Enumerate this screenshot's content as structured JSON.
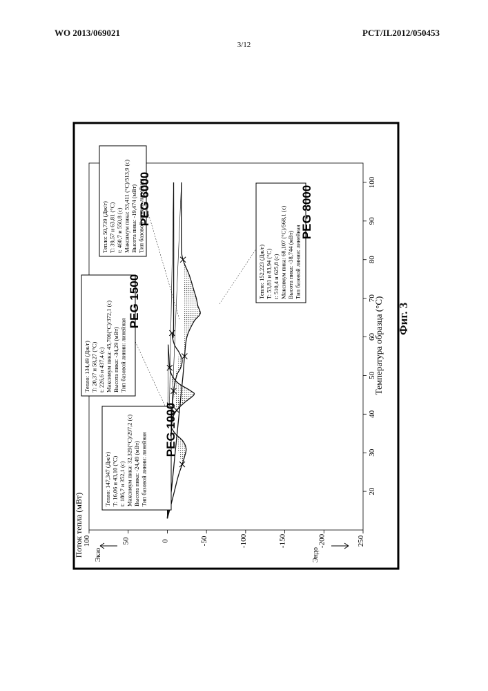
{
  "header": {
    "left": "WO 2013/069021",
    "right": "PCT/IL2012/050453",
    "page": "3/12"
  },
  "figure_caption": "Фиг. 3",
  "chart_data": {
    "type": "line",
    "xlabel": "Температура образца (°C)",
    "ylabel": "Поток тепла (мВт)",
    "xlim": [
      10,
      105
    ],
    "ylim": [
      -250,
      100
    ],
    "x_ticks": [
      "20",
      "30",
      "40",
      "50",
      "60",
      "70",
      "80",
      "90",
      "100"
    ],
    "y_ticks": [
      "100",
      "50",
      "0",
      "-50",
      "-100",
      "-150",
      "-200",
      "250"
    ],
    "exo_label": "Экзо",
    "endo_label": "Эндо",
    "series": [
      {
        "name": "PEG 1000",
        "x": [
          13,
          16,
          20,
          24,
          27,
          29,
          31,
          33,
          35,
          37,
          39,
          41,
          43
        ],
        "y": [
          0,
          -4,
          -9,
          -14,
          -19,
          -22,
          -24,
          -20,
          -10,
          -4,
          -2,
          -1,
          0
        ]
      },
      {
        "name": "PEG 1500",
        "x": [
          13,
          20,
          30,
          38,
          41,
          43,
          45,
          46,
          48,
          50,
          52,
          55,
          58
        ],
        "y": [
          0,
          -2,
          -4,
          -6,
          -12,
          -22,
          -34,
          -30,
          -14,
          -6,
          -3,
          -2,
          -1
        ]
      },
      {
        "name": "PEG 6000",
        "x": [
          13,
          20,
          30,
          40,
          46,
          50,
          52,
          54,
          56,
          58,
          61,
          63,
          100
        ],
        "y": [
          0,
          -2,
          -4,
          -6,
          -8,
          -12,
          -17,
          -19,
          -15,
          -9,
          -6,
          -8,
          -8
        ]
      },
      {
        "name": "PEG 8000",
        "x": [
          13,
          20,
          30,
          40,
          50,
          55,
          60,
          64,
          66,
          68,
          70,
          72,
          76,
          80,
          84,
          100
        ],
        "y": [
          0,
          -5,
          -10,
          -15,
          -20,
          -22,
          -25,
          -34,
          -42,
          -39,
          -37,
          -34,
          -28,
          -20,
          -18,
          -18
        ]
      }
    ],
    "annotations": [
      {
        "label": "PEG 1000",
        "lines": [
          "Тепло: 147,347 (Дж/г)",
          "T: 16,06 и 43,10 (°C)",
          "t: 186,7 и 352,1 (с)",
          "Максимум пика: 32,329(°C)/297,2 (с)",
          "Высота пика: -24,49 (мВт)",
          "Тип базовой линии: линейная"
        ]
      },
      {
        "label": "PEG 1500",
        "lines": [
          "Тепло: 134,49 (Дж/г)",
          "T: 20,37 и 58,27 (°C)",
          "t: 226,6 и 437,4 (с)",
          "Максимум пика: 45,706(°C)/372,1 (с)",
          "Высота пика: -34,29 (мВт)",
          "Тип базовой линии: линейная"
        ]
      },
      {
        "label": "PEG 6000",
        "lines": [
          "Тепло: 50,739 (Дж/г)",
          "T: 39,57 и 63,81 (°C)",
          "t: 460,7 и 550,8 (с)",
          "Максимум пика: 53,411 (°C)/513,9 (с)",
          "Высота пика: -19,474 (мВт)",
          "Тип базовой линии: линейная"
        ]
      },
      {
        "label": "PEG 8000",
        "lines": [
          "Тепло: 152,223 (Дж/г)",
          "T: 53,81 и 83,94 (°C)",
          "t: 510,4 и 625,8 (с)",
          "Максимум пика: 68,107 (°C)/568,1 (с)",
          "Высота пика: -38,744 (мВт)",
          "Тип базовой линии: линейная"
        ]
      }
    ]
  }
}
